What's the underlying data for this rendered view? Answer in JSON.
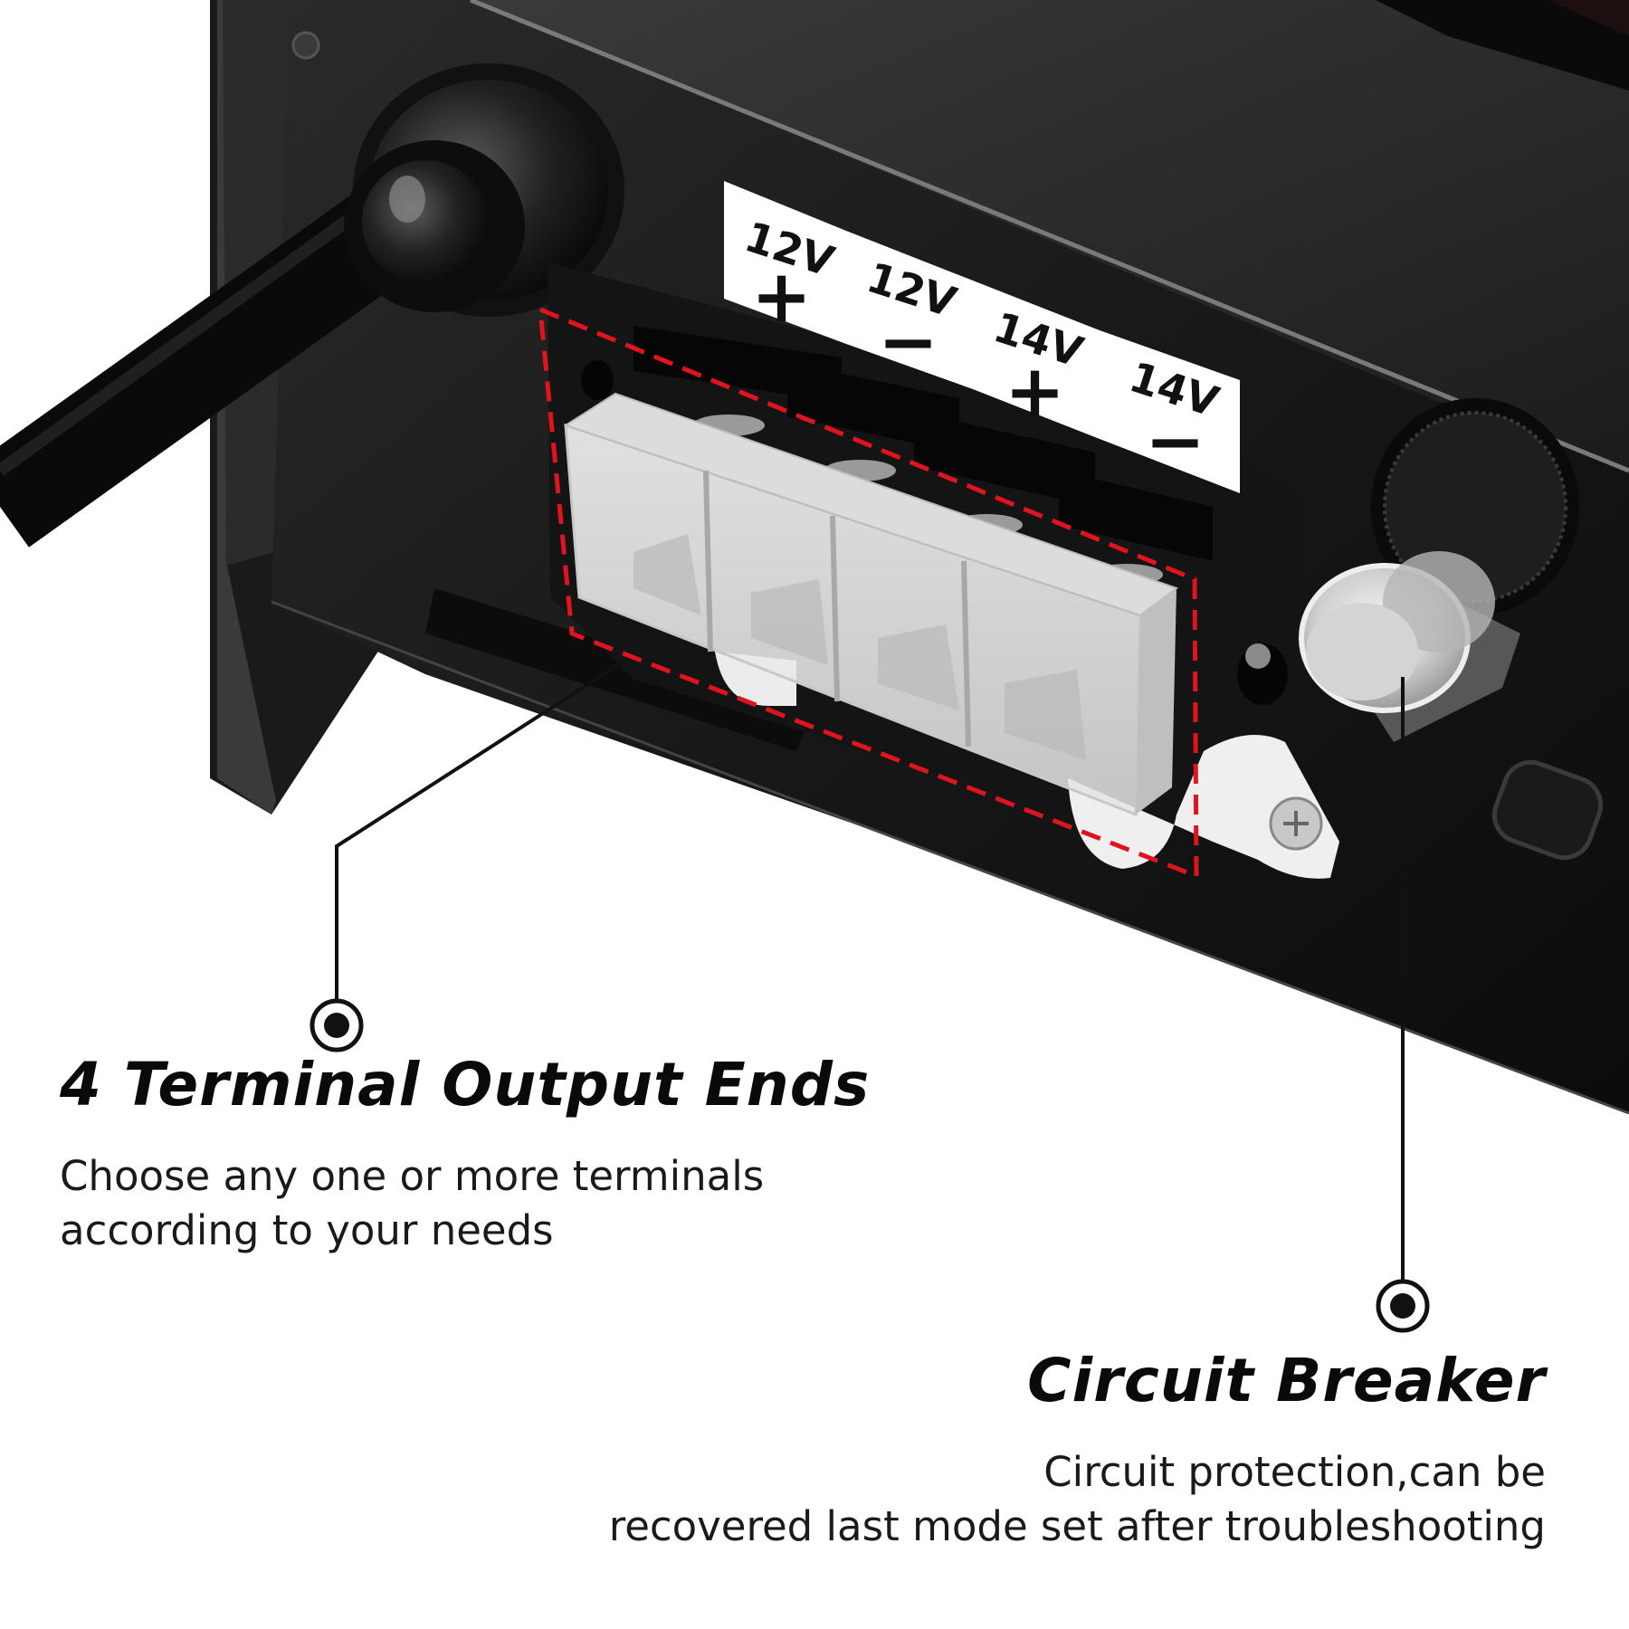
{
  "terminal_labels": [
    {
      "voltage": "12V",
      "polarity": "+"
    },
    {
      "voltage": "12V",
      "polarity": "−"
    },
    {
      "voltage": "14V",
      "polarity": "+"
    },
    {
      "voltage": "14V",
      "polarity": "−"
    }
  ],
  "callouts": {
    "terminals": {
      "title": "4 Terminal Output Ends",
      "desc_line1": "Choose any one or more terminals",
      "desc_line2": "according to your needs"
    },
    "breaker": {
      "title": "Circuit Breaker",
      "desc_line1": "Circuit protection,can be",
      "desc_line2": "recovered last mode set after troubleshooting"
    }
  },
  "colors": {
    "housing": "#141414",
    "highlight_box": "#e0141e",
    "label_bg": "#ffffff",
    "text": "#0a0a0a"
  },
  "icons": [
    "power-cable-icon",
    "cable-gland-icon",
    "circuit-breaker-icon",
    "screw-icon",
    "callout-dot-icon"
  ]
}
